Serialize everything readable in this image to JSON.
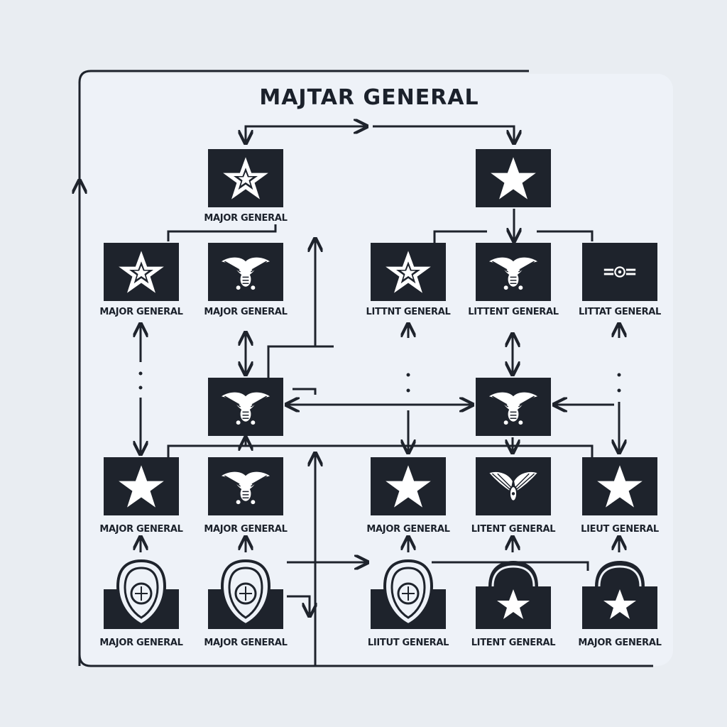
{
  "title": "MAJTAR GENERAL",
  "colors": {
    "ink": "#1e232c",
    "panel": "#eef2f8",
    "background": "#e9edf2"
  },
  "nodes": [
    {
      "id": "top-left",
      "icon": "star-emblem-icon",
      "label": "MAJOR GENERAL"
    },
    {
      "id": "top-right",
      "icon": "star-icon",
      "label": ""
    },
    {
      "id": "r2-c1",
      "icon": "star-emblem-icon",
      "label": "MAJOR GENERAL"
    },
    {
      "id": "r2-c2",
      "icon": "eagle-icon",
      "label": "MAJOR GENERAL"
    },
    {
      "id": "r2-c3",
      "icon": "star-emblem-icon",
      "label": "LITTNT GENERAL"
    },
    {
      "id": "r2-c4",
      "icon": "eagle-icon",
      "label": "LITTENT GENERAL"
    },
    {
      "id": "r2-c5",
      "icon": "insignia-bar-icon",
      "label": "LITTAT GENERAL"
    },
    {
      "id": "mid-left",
      "icon": "eagle-icon",
      "label": ""
    },
    {
      "id": "mid-right",
      "icon": "eagle-icon",
      "label": ""
    },
    {
      "id": "r4-c1",
      "icon": "star-icon",
      "label": "MAJOR GENERAL"
    },
    {
      "id": "r4-c2",
      "icon": "eagle-icon",
      "label": "MAJOR GENERAL"
    },
    {
      "id": "r4-c3",
      "icon": "star-icon",
      "label": "MAJOR GENERAL"
    },
    {
      "id": "r4-c4",
      "icon": "wings-icon",
      "label": "LITENT GENERAL"
    },
    {
      "id": "r4-c5",
      "icon": "star-icon",
      "label": "LIEUT GENERAL"
    },
    {
      "id": "r5-c1",
      "icon": "shield-badge-icon",
      "label": "MAJOR GENERAL"
    },
    {
      "id": "r5-c2",
      "icon": "shield-badge-icon",
      "label": "MAJOR GENERAL"
    },
    {
      "id": "r5-c3",
      "icon": "shield-badge-icon",
      "label": "LIITUT GENERAL"
    },
    {
      "id": "r5-c4",
      "icon": "star-badge-icon",
      "label": "LITENT GENERAL"
    },
    {
      "id": "r5-c5",
      "icon": "star-badge-icon",
      "label": "MAJOR GENERAL"
    }
  ]
}
